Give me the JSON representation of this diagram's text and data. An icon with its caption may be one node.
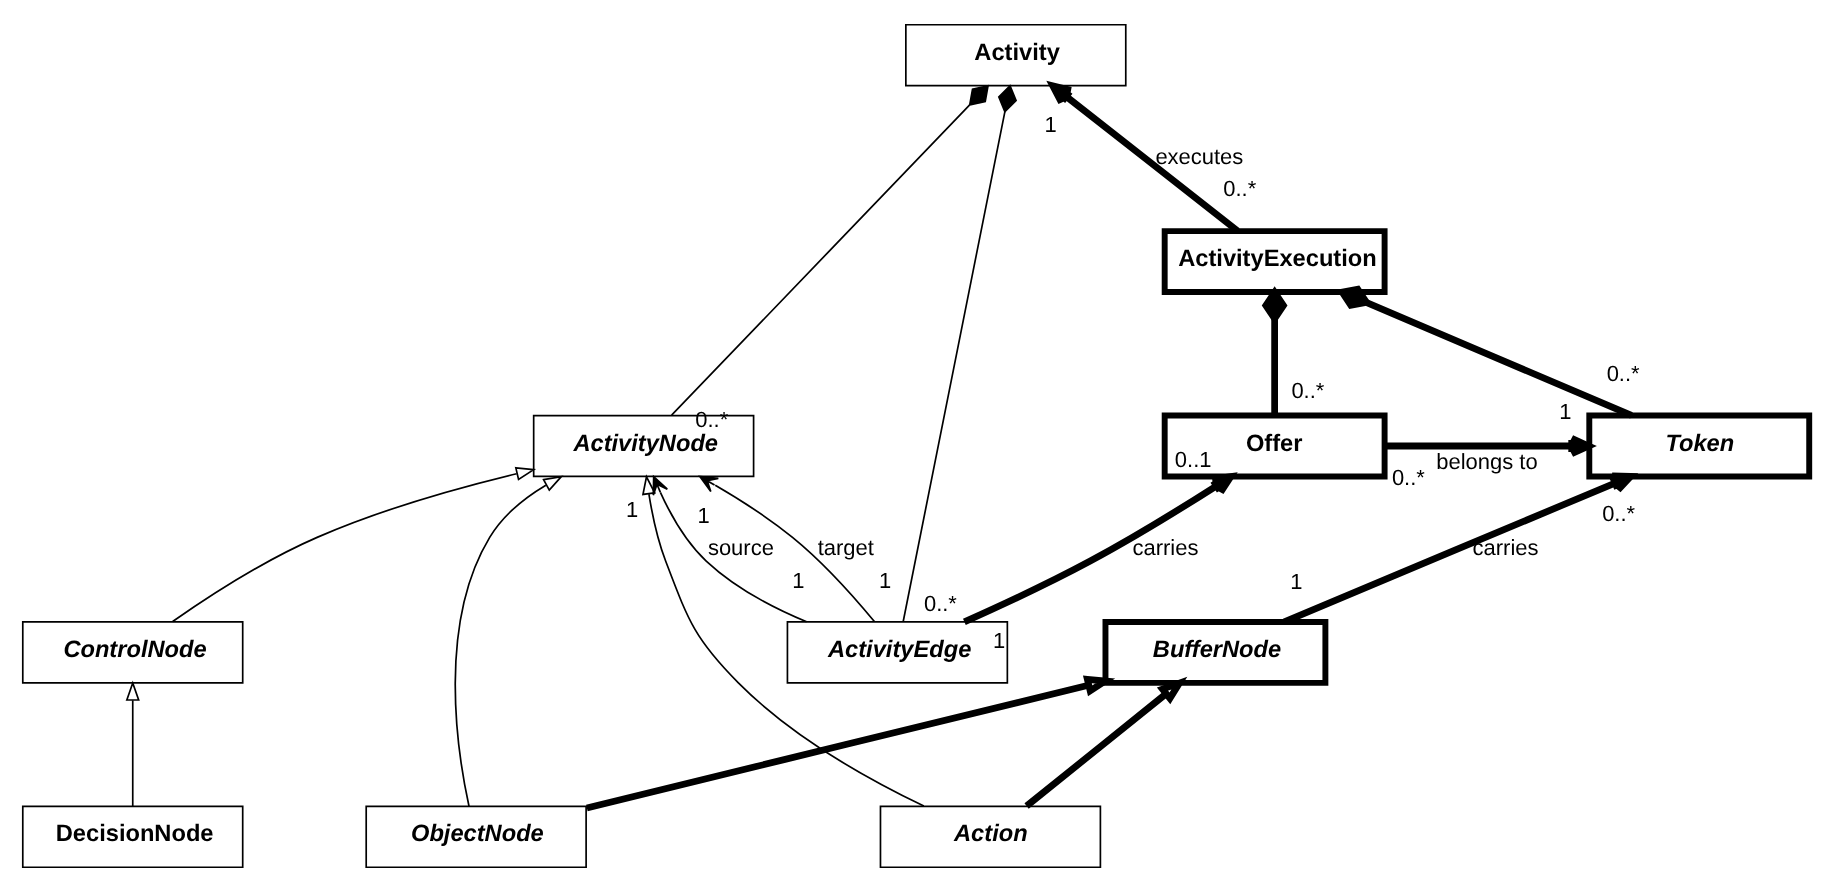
{
  "diagram": {
    "nodes": [
      {
        "text": [
          "Activity"
        ]
      },
      {
        "text": [
          "ActivityNode"
        ]
      },
      {
        "text": [
          "ControlNode"
        ]
      },
      {
        "text": [
          "DecisionNode"
        ]
      },
      {
        "text": [
          "ObjectNode"
        ]
      },
      {
        "text": [
          "ActivityEdge"
        ]
      },
      {
        "text": [
          "BufferNode"
        ]
      },
      {
        "text": [
          "Action"
        ]
      },
      {
        "text": [
          "Offer"
        ]
      },
      {
        "text": [
          "Token"
        ]
      },
      {
        "text": [
          "ActivityExecution"
        ]
      }
    ],
    "edges": [
      {
        "from": 1,
        "to": 0,
        "arrow": "other"
      },
      {
        "from": 5,
        "to": 0,
        "arrow": "other"
      },
      {
        "from": 5,
        "to": 1,
        "arrow": "to",
        "label": "source"
      },
      {
        "from": 5,
        "to": 1,
        "arrow": "to",
        "label": "target"
      },
      {
        "from": 2,
        "to": 1,
        "arrow": "to"
      },
      {
        "from": 3,
        "to": 2,
        "arrow": "to"
      },
      {
        "from": 4,
        "to": 1,
        "arrow": "to"
      },
      {
        "from": 7,
        "to": 1,
        "arrow": "to"
      },
      {
        "from": 4,
        "to": 6,
        "arrow": "to",
        "style": "thick"
      },
      {
        "from": 7,
        "to": 6,
        "arrow": "to",
        "style": "thick"
      },
      {
        "from": 5,
        "to": 8,
        "arrow": "to",
        "label": "carries",
        "style": "thick"
      },
      {
        "from": 6,
        "to": 9,
        "arrow": "to",
        "label": "carries",
        "style": "thick"
      },
      {
        "from": 8,
        "to": 9,
        "arrow": "to",
        "label": "belongs to",
        "style": "thick"
      },
      {
        "from": 8,
        "to": 10,
        "arrow": "other",
        "style": "thick"
      },
      {
        "from": 9,
        "to": 10,
        "arrow": "other",
        "style": "thick"
      },
      {
        "from": 10,
        "to": 0,
        "arrow": "to",
        "label": "executes",
        "style": "thick"
      }
    ],
    "labels": [
      "0..*",
      "1",
      "1",
      "1",
      "1",
      "1",
      "0..*",
      "1",
      "1",
      "0..1",
      "0..*",
      "0..*",
      "1",
      "0..*",
      "0..*",
      "0..*"
    ]
  }
}
